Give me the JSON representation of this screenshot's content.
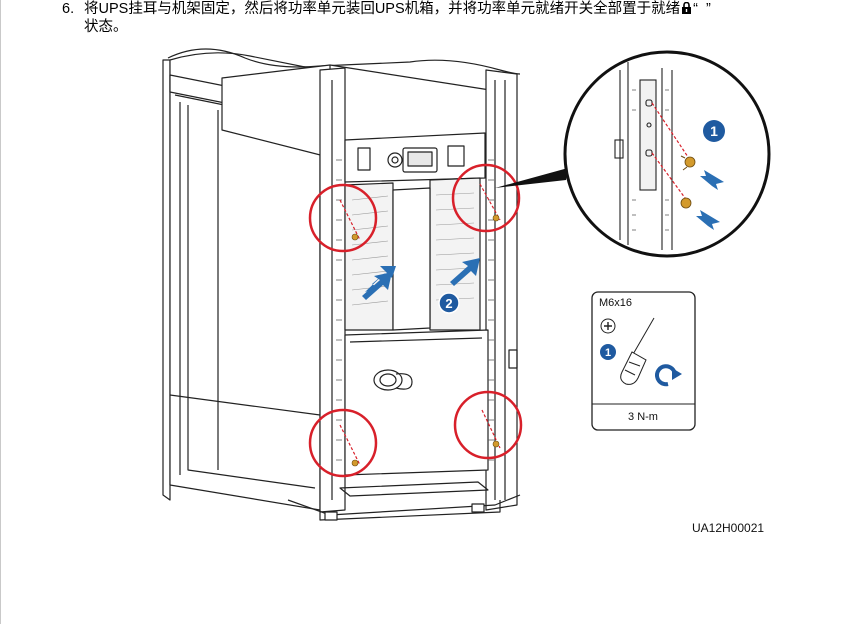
{
  "instruction": {
    "step_number": "6.",
    "text_before_icon": "将UPS挂耳与机架固定，然后将功率单元装回UPS机箱，并将功率单元就绪开关全部置于就绪",
    "quote_open": "“",
    "quote_close": "”",
    "line2": "状态。",
    "lock_icon": "lock-icon"
  },
  "figure": {
    "callout_1": "1",
    "callout_2": "2",
    "screw_spec": "M6x16",
    "torque": "3 N-m",
    "tool_step": "1",
    "figure_id": "UA12H00021"
  },
  "colors": {
    "highlight_circle": "#d8202a",
    "callout_badge": "#1f5aa0",
    "arrow": "#2a6fb4",
    "line": "#222222",
    "screw": "#d39a2c"
  }
}
